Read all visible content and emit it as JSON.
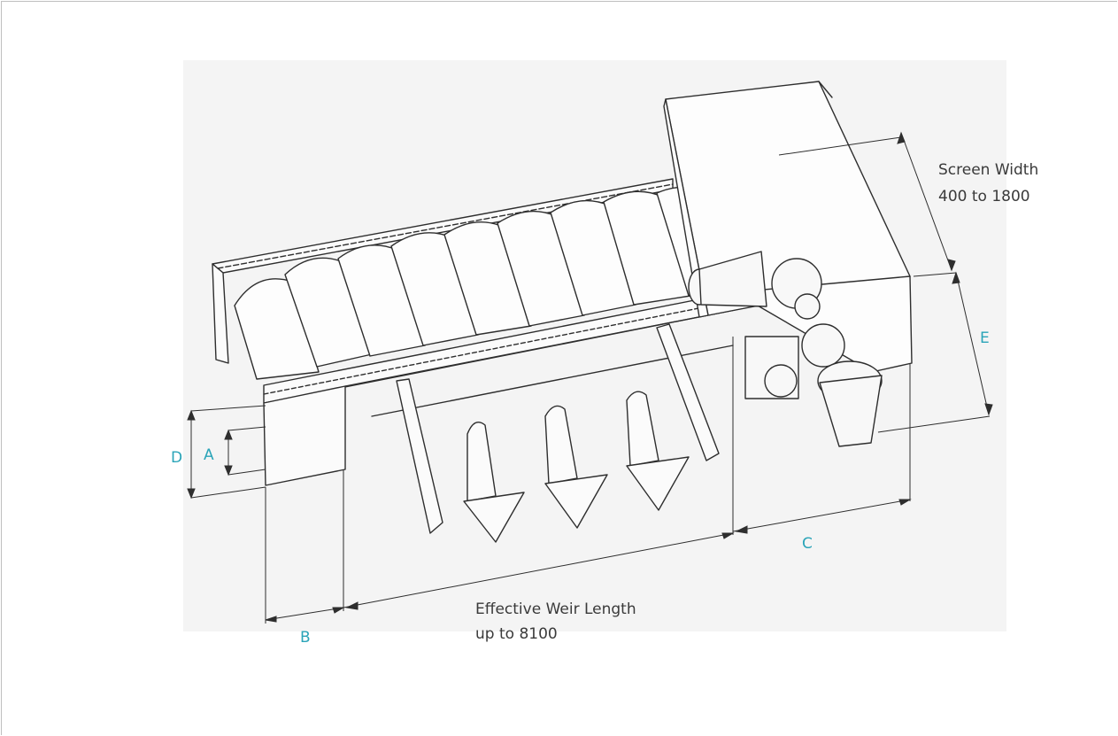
{
  "labels": {
    "screen_width_line1": "Screen Width",
    "screen_width_line2": "400 to 1800",
    "weir_line1": "Effective Weir Length",
    "weir_line2": "up to 8100",
    "dim_a": "A",
    "dim_b": "B",
    "dim_c": "C",
    "dim_d": "D",
    "dim_e": "E"
  },
  "colors": {
    "line": "#2e2e2e",
    "dimension_label": "#2aa4b8",
    "text": "#3a3a3a",
    "background": "#f4f4f4"
  }
}
